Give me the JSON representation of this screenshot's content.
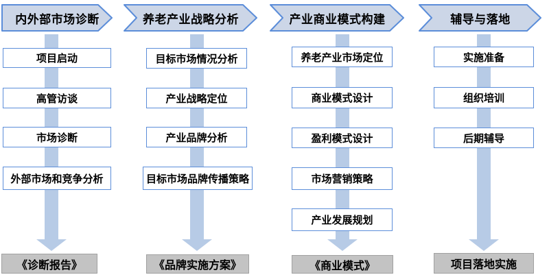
{
  "diagram": {
    "title": "consulting-process-flow",
    "columns": [
      {
        "header": "内外部市场诊断",
        "steps": [
          "项目启动",
          "高管访谈",
          "市场诊断",
          "外部市场和竞争分析"
        ],
        "output": "《诊断报告》"
      },
      {
        "header": "养老产业战略分析",
        "steps": [
          "目标市场情况分析",
          "产业战略定位",
          "产业品牌分析",
          "目标市场品牌传播策略"
        ],
        "output": "《品牌实施方案》"
      },
      {
        "header": "产业商业模式构建",
        "steps": [
          "养老产业市场定位",
          "商业模式设计",
          "盈利模式设计",
          "市场营销策略",
          "产业发展规划"
        ],
        "output": "《商业模式》"
      },
      {
        "header": "辅导与落地",
        "steps": [
          "实施准备",
          "组织培训",
          "后期辅导"
        ],
        "output": "项目落地实施"
      }
    ],
    "colors": {
      "header_fill": "#ccd6e7",
      "header_border": "#5b8dd9",
      "box_border": "#5b8dd9",
      "arrow_fill": "#b7cbe6",
      "output_fill": "#c3c3c3",
      "output_border": "#a0a0a0",
      "text_color": "#000000"
    }
  }
}
